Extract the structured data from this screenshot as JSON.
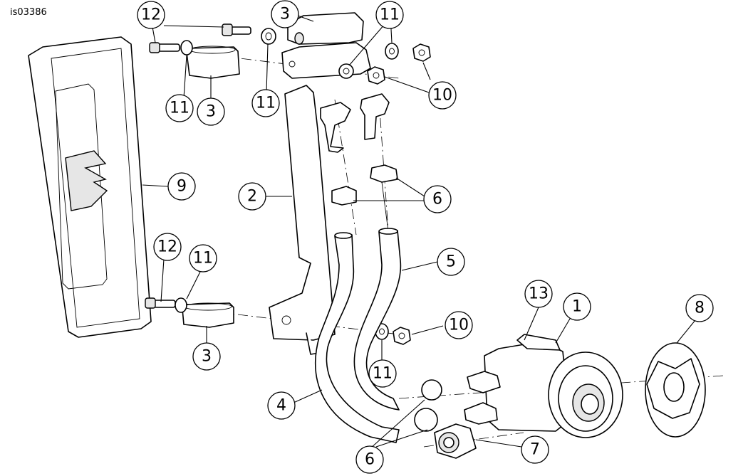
{
  "figure_id": "is03386",
  "callouts": [
    {
      "key": "c12a",
      "label": "12"
    },
    {
      "key": "c3a",
      "label": "3"
    },
    {
      "key": "c11a",
      "label": "11"
    },
    {
      "key": "c11b",
      "label": "11"
    },
    {
      "key": "c3b",
      "label": "3"
    },
    {
      "key": "c11c",
      "label": "11"
    },
    {
      "key": "c10a",
      "label": "10"
    },
    {
      "key": "c9",
      "label": "9"
    },
    {
      "key": "c2",
      "label": "2"
    },
    {
      "key": "c6a",
      "label": "6"
    },
    {
      "key": "c5",
      "label": "5"
    },
    {
      "key": "c12b",
      "label": "12"
    },
    {
      "key": "c11d",
      "label": "11"
    },
    {
      "key": "c10b",
      "label": "10"
    },
    {
      "key": "c13",
      "label": "13"
    },
    {
      "key": "c1",
      "label": "1"
    },
    {
      "key": "c8",
      "label": "8"
    },
    {
      "key": "c3c",
      "label": "3"
    },
    {
      "key": "c11e",
      "label": "11"
    },
    {
      "key": "c4",
      "label": "4"
    },
    {
      "key": "c7",
      "label": "7"
    },
    {
      "key": "c6b",
      "label": "6"
    }
  ]
}
